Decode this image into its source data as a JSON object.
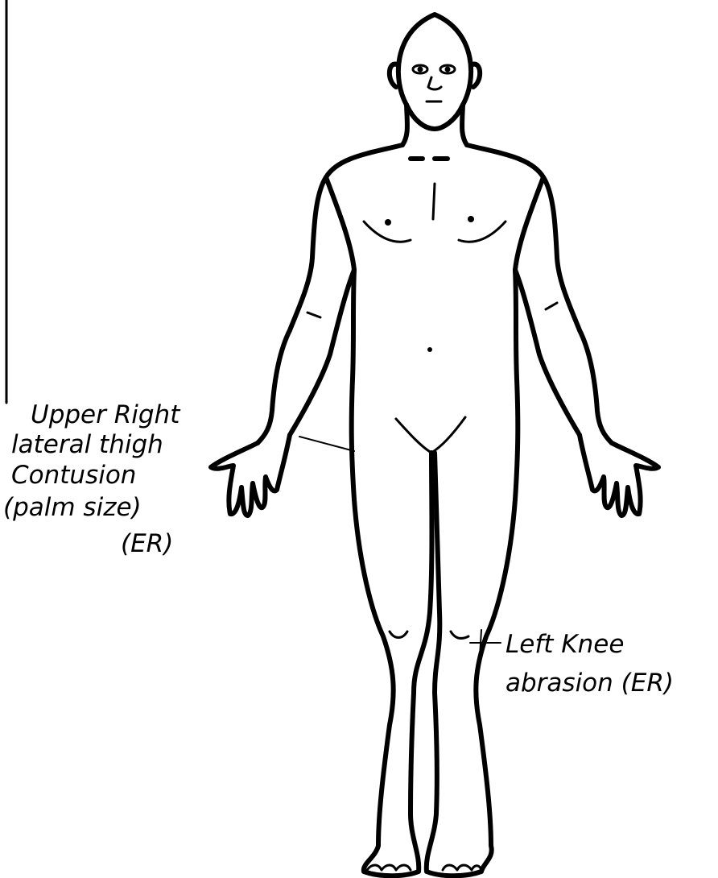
{
  "annotations": {
    "right_thigh": {
      "lines": [
        "Upper Right",
        "lateral thigh",
        "Contusion",
        "(palm size)",
        "(ER)"
      ]
    },
    "left_knee": {
      "lines": [
        "Left Knee",
        "abrasion (ER)"
      ]
    }
  },
  "colors": {
    "ink": "#000000",
    "background": "#ffffff"
  }
}
